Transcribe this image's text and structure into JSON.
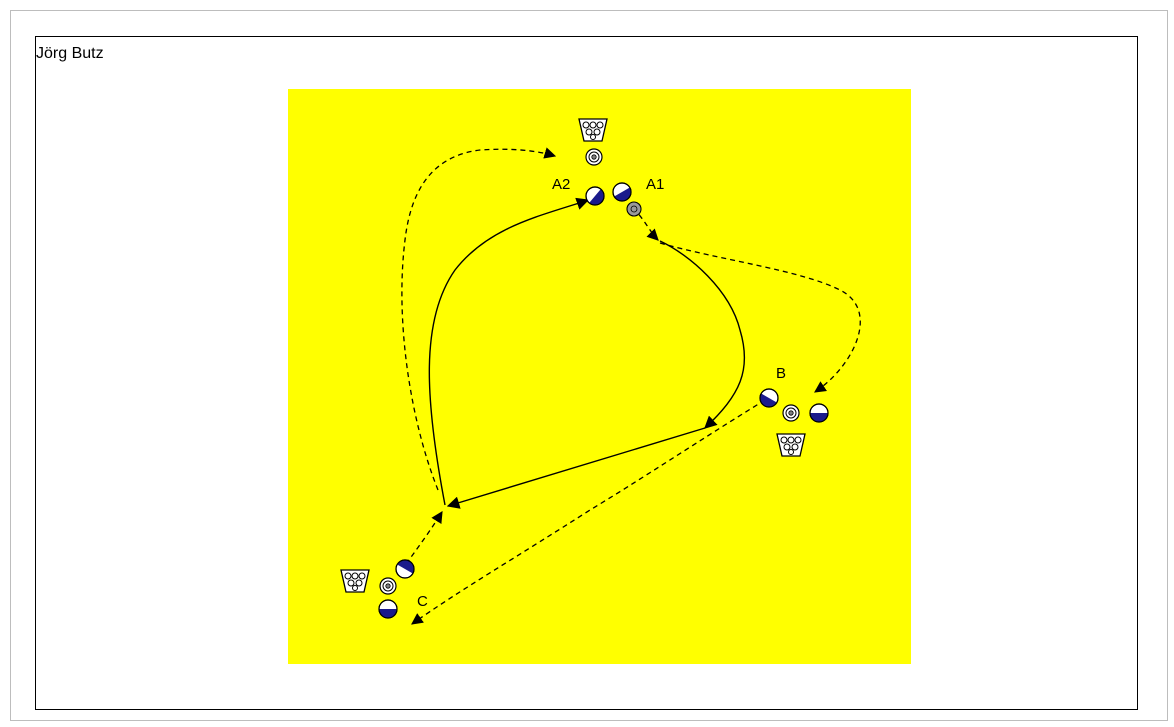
{
  "author": "Jörg Butz",
  "colors": {
    "field": "#ffff00",
    "player_blue": "#1a1a8c",
    "line": "#000000"
  },
  "labels": {
    "a1": "A1",
    "a2": "A2",
    "b": "B",
    "c": "C"
  },
  "icons": [
    "ball-basket-icon",
    "cone-icon",
    "player-icon",
    "ball-icon"
  ]
}
